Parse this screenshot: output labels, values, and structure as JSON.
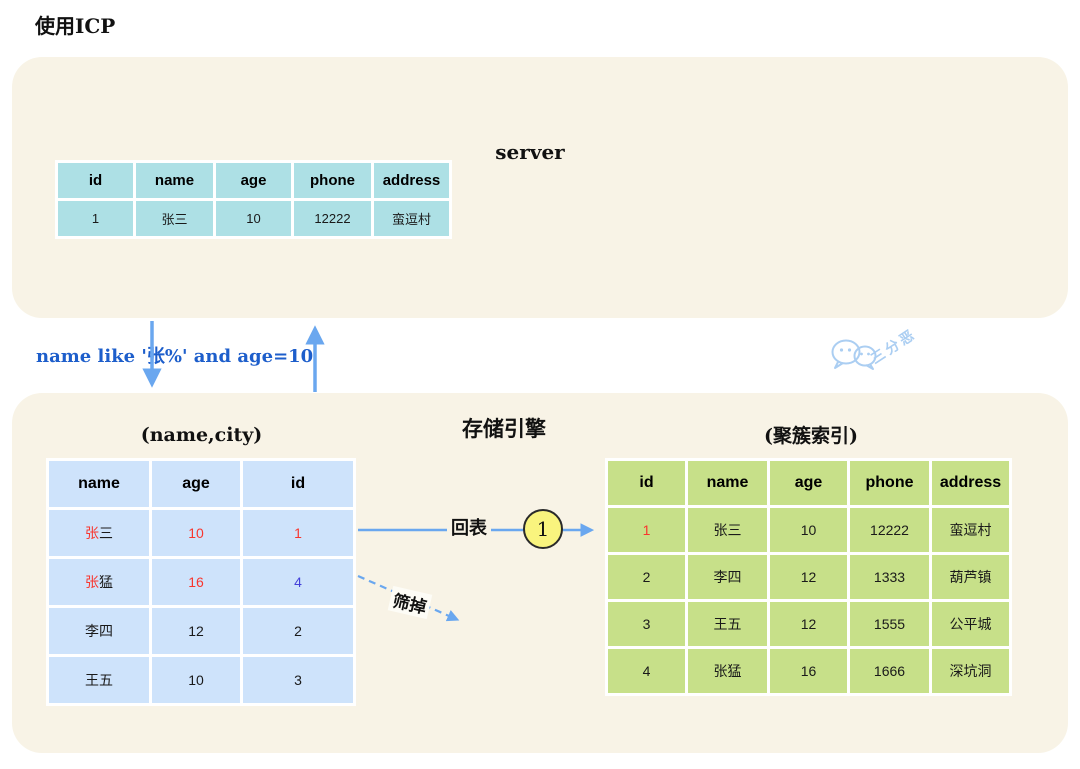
{
  "page": {
    "title": "使用ICP"
  },
  "colors": {
    "panel_bg": "#f8f3e6",
    "server_cell": "#ade0e5",
    "secondary_cell": "#cee3fb",
    "clustered_cell": "#c7e089",
    "highlight_red": "#f8362e",
    "highlight_blue": "#4440d9",
    "arrow_blue": "#6aa7ef",
    "query_blue": "#1d5ecb",
    "badge_yellow": "#f9f47e",
    "watermark_blue": "#abcef2"
  },
  "server_panel": {
    "label": "server",
    "table": {
      "headers": [
        "id",
        "name",
        "age",
        "phone",
        "address"
      ],
      "rows": [
        [
          "1",
          "张三",
          "10",
          "12222",
          "蛮逗村"
        ]
      ]
    }
  },
  "flow": {
    "query_condition": "name like '张%' and age=10"
  },
  "engine_panel": {
    "label": "存储引擎",
    "secondary_index": {
      "label": "(name,city)",
      "headers": [
        "name",
        "age",
        "id"
      ],
      "rows": [
        [
          {
            "segments": [
              {
                "text": "张",
                "color": "#f8362e"
              },
              {
                "text": "三",
                "color": "#1a1a1a"
              }
            ]
          },
          {
            "text": "10",
            "color": "#f8362e"
          },
          {
            "text": "1",
            "color": "#f8362e"
          }
        ],
        [
          {
            "segments": [
              {
                "text": "张",
                "color": "#f8362e"
              },
              {
                "text": "猛",
                "color": "#1a1a1a"
              }
            ]
          },
          {
            "text": "16",
            "color": "#f8362e"
          },
          {
            "text": "4",
            "color": "#4440d9"
          }
        ],
        [
          "李四",
          "12",
          "2"
        ],
        [
          "王五",
          "10",
          "3"
        ]
      ]
    },
    "clustered_index": {
      "label": "(聚簇索引)",
      "headers": [
        "id",
        "name",
        "age",
        "phone",
        "address"
      ],
      "rows": [
        [
          {
            "text": "1",
            "color": "#f8362e"
          },
          "张三",
          "10",
          "12222",
          "蛮逗村"
        ],
        [
          "2",
          "李四",
          "12",
          "1333",
          "葫芦镇"
        ],
        [
          "3",
          "王五",
          "12",
          "1555",
          "公平城"
        ],
        [
          "4",
          "张猛",
          "16",
          "1666",
          "深坑洞"
        ]
      ]
    },
    "back_to_table_label": "回表",
    "step_badge": "1",
    "filter_out_label": "筛掉"
  },
  "watermark": {
    "text": "三分恶"
  }
}
